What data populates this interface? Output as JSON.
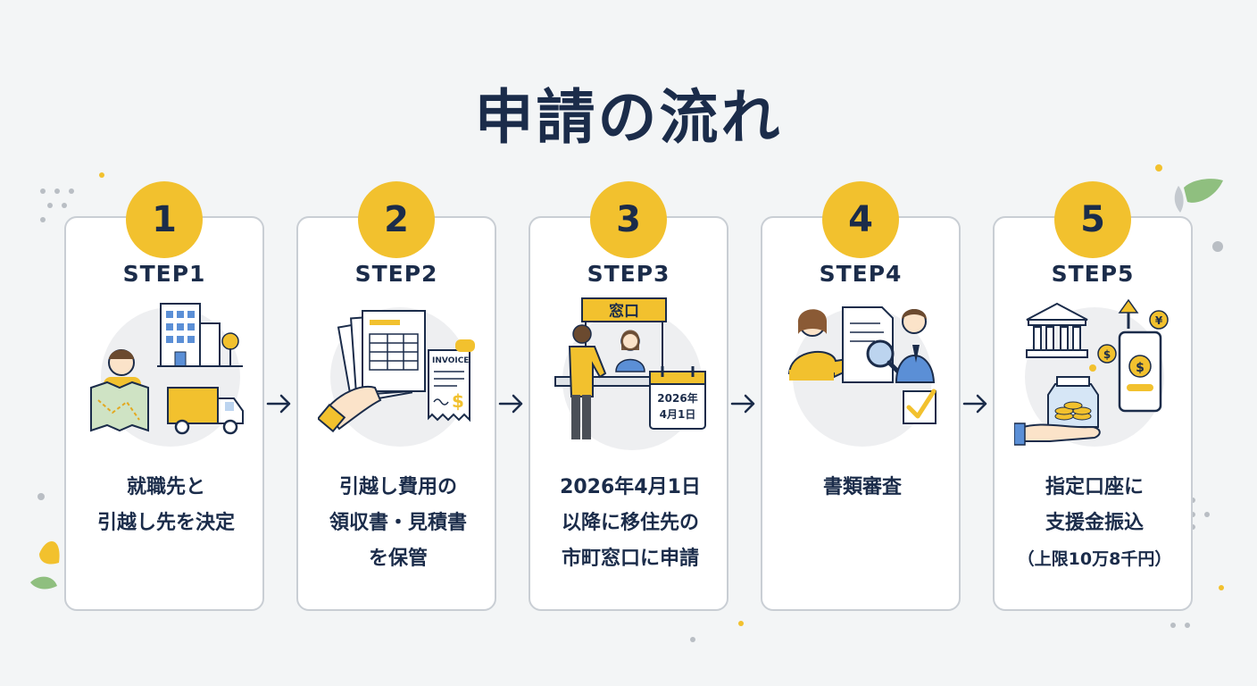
{
  "title": "申請の流れ",
  "colors": {
    "navy": "#1b2c4a",
    "yellow": "#f2c12e",
    "card_border": "#c9ced4"
  },
  "steps": [
    {
      "number": "1",
      "label": "STEP1",
      "icon": "job-decision-illustration",
      "lines": [
        "就職先と",
        "引越し先を決定"
      ]
    },
    {
      "number": "2",
      "label": "STEP2",
      "icon": "receipts-invoice-illustration",
      "lines": [
        "引越し費用の",
        "領収書・見積書",
        "を保管"
      ],
      "invoice_text": "INVOICE"
    },
    {
      "number": "3",
      "label": "STEP3",
      "icon": "municipal-counter-illustration",
      "lines": [
        "2026年4月1日",
        "以降に移住先の",
        "市町窓口に申請"
      ],
      "counter_sign": "窓口",
      "calendar_lines": [
        "2026年",
        "4月1日"
      ]
    },
    {
      "number": "4",
      "label": "STEP4",
      "icon": "document-review-illustration",
      "lines": [
        "書類審査"
      ]
    },
    {
      "number": "5",
      "label": "STEP5",
      "icon": "bank-transfer-illustration",
      "lines": [
        "指定口座に",
        "支援金振込",
        "（上限10万8千円）"
      ]
    }
  ]
}
